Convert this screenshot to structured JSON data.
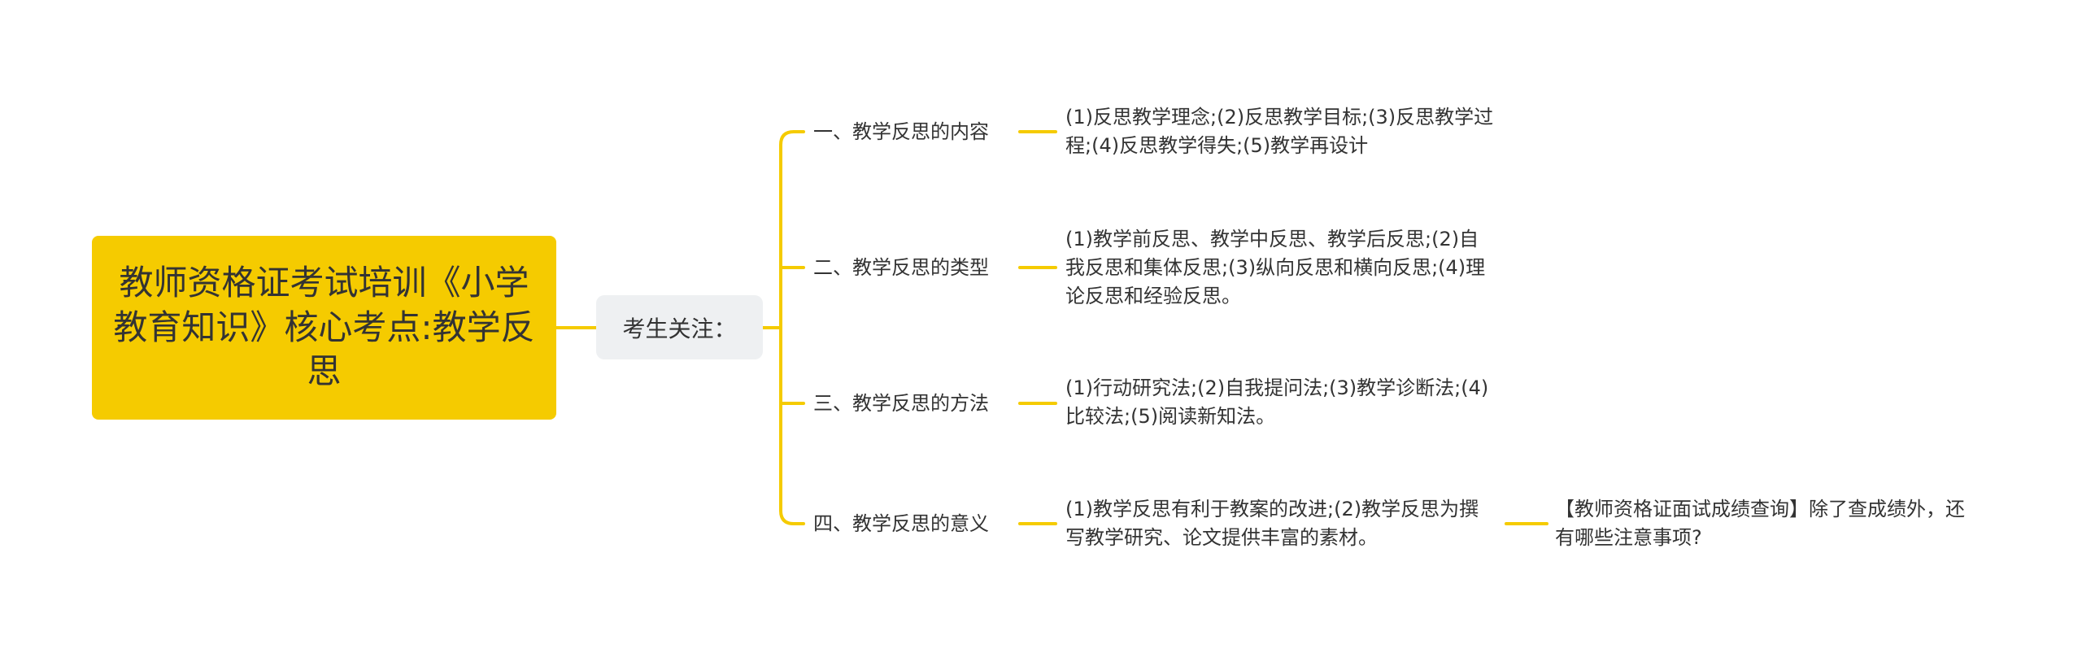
{
  "root": {
    "title": "教师资格证考试培训《小学教育知识》核心考点:教学反思"
  },
  "hub": {
    "label": "考生关注："
  },
  "branches": [
    {
      "label": "一、教学反思的内容",
      "detail": "(1)反思教学理念;(2)反思教学目标;(3)反思教学过程;(4)反思教学得失;(5)教学再设计"
    },
    {
      "label": "二、教学反思的类型",
      "detail": "(1)教学前反思、教学中反思、教学后反思;(2)自我反思和集体反思;(3)纵向反思和横向反思;(4)理论反思和经验反思。"
    },
    {
      "label": "三、教学反思的方法",
      "detail": "(1)行动研究法;(2)自我提问法;(3)教学诊断法;(4)比较法;(5)阅读新知法。"
    },
    {
      "label": "四、教学反思的意义",
      "detail": "(1)教学反思有利于教案的改进;(2)教学反思为撰写教学研究、论文提供丰富的素材。",
      "extra": "【教师资格证面试成绩查询】除了查成绩外，还有哪些注意事项?"
    }
  ],
  "colors": {
    "root_fill": "#f5cb00",
    "connector": "#f5cb00",
    "hub_fill": "#eef0f2",
    "text": "#333333"
  }
}
